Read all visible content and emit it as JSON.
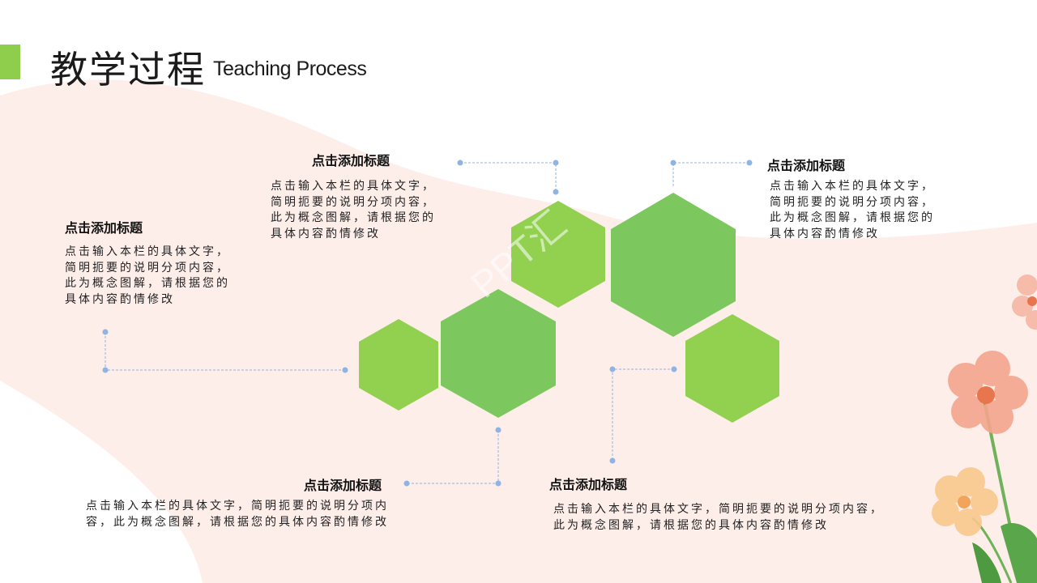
{
  "header": {
    "title_cn": "教学过程",
    "title_en": "Teaching Process"
  },
  "blocks": [
    {
      "title": "点击添加标题",
      "body": "点击输入本栏的具体文字，简明扼要的说明分项内容，此为概念图解，请根据您的具体内容酌情修改"
    },
    {
      "title": "点击添加标题",
      "body": "点击输入本栏的具体文字，简明扼要的说明分项内容，此为概念图解，请根据您的具体内容酌情修改"
    },
    {
      "title": "点击添加标题",
      "body": "点击输入本栏的具体文字，简明扼要的说明分项内容，此为概念图解，请根据您的具体内容酌情修改"
    },
    {
      "title": "点击添加标题",
      "body": "点击输入本栏的具体文字，简明扼要的说明分项内容，此为概念图解，请根据您的具体内容酌情修改"
    },
    {
      "title": "点击添加标题",
      "body": "点击输入本栏的具体文字，简明扼要的说明分项内容，此为概念图解，请根据您的具体内容酌情修改"
    }
  ],
  "watermark": "PPT汇",
  "colors": {
    "accent": "#8fce4c",
    "hex_light": "#92d050",
    "hex_mid": "#7cc85e",
    "background_wave": "#fdeeea",
    "connector": "#8fb4e3"
  }
}
